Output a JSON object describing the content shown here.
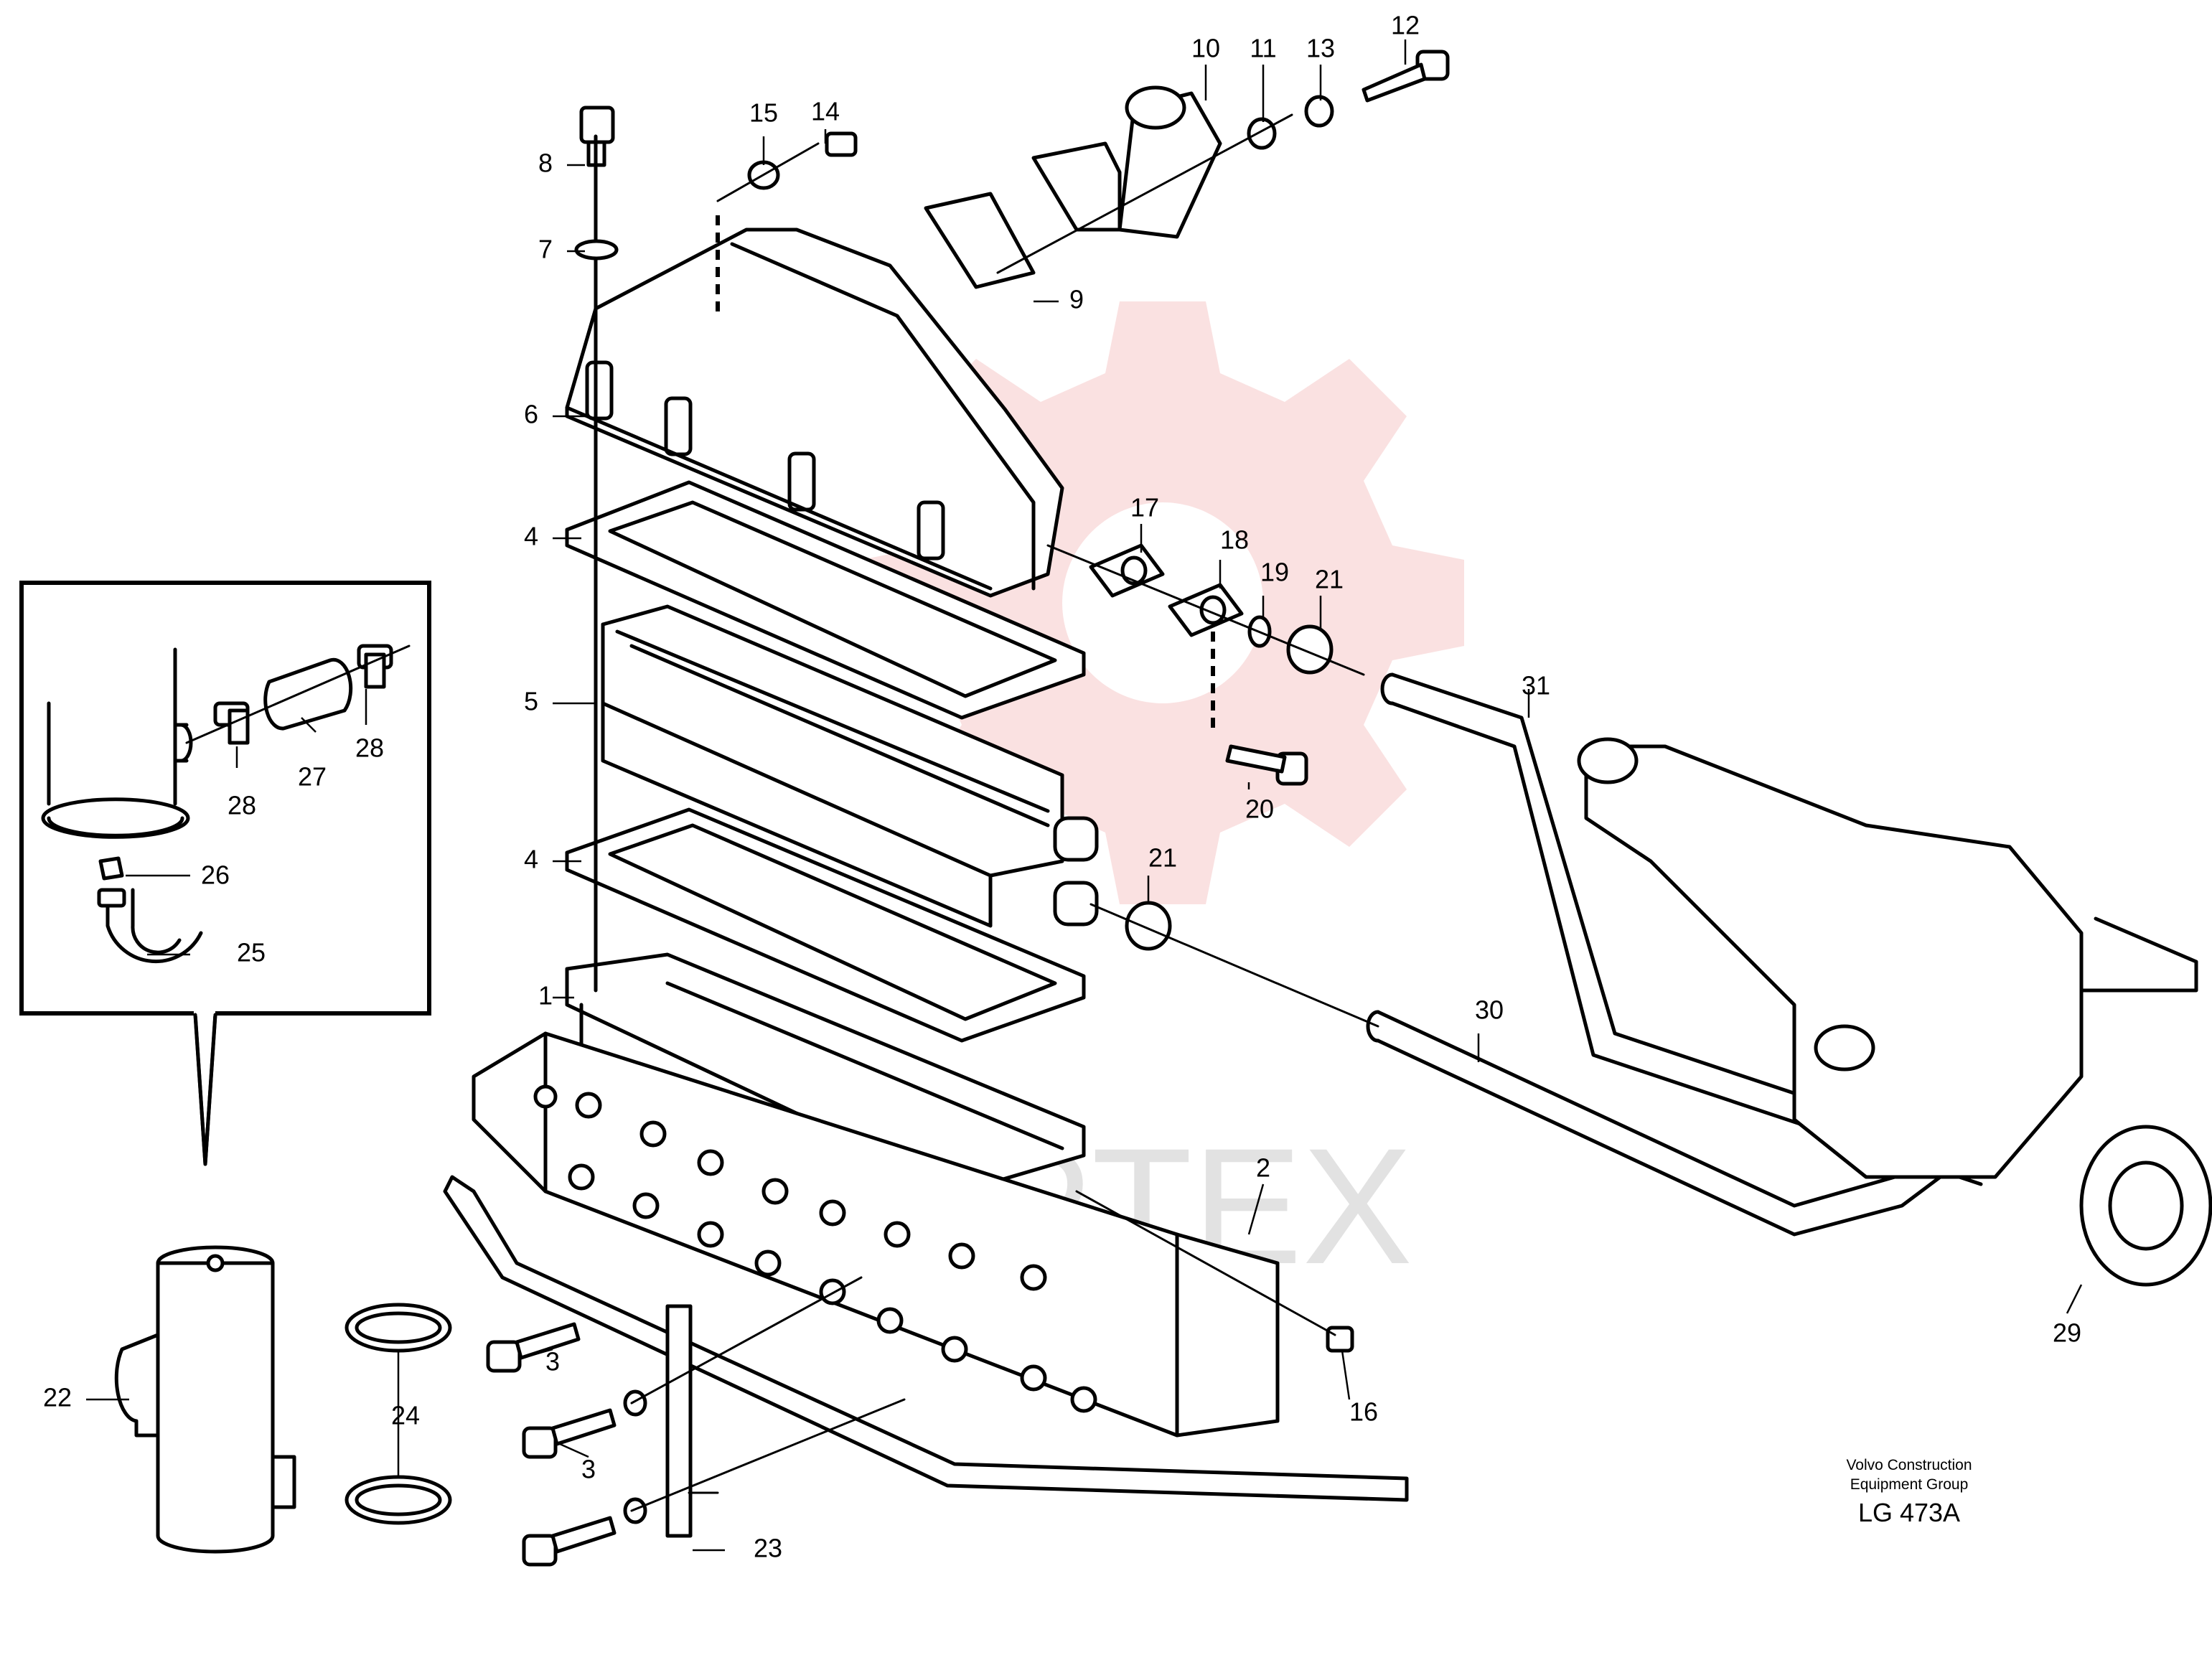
{
  "watermark": "MIPTEX",
  "credit": {
    "line1": "Volvo Construction",
    "line2": "Equipment Group",
    "code": "LG 473A"
  },
  "callouts": [
    {
      "id": "p1",
      "text": "1"
    },
    {
      "id": "p2",
      "text": "2"
    },
    {
      "id": "p3a",
      "text": "3"
    },
    {
      "id": "p3b",
      "text": "3"
    },
    {
      "id": "p4a",
      "text": "4"
    },
    {
      "id": "p4b",
      "text": "4"
    },
    {
      "id": "p5",
      "text": "5"
    },
    {
      "id": "p6",
      "text": "6"
    },
    {
      "id": "p7",
      "text": "7"
    },
    {
      "id": "p8",
      "text": "8"
    },
    {
      "id": "p9",
      "text": "9"
    },
    {
      "id": "p10",
      "text": "10"
    },
    {
      "id": "p11",
      "text": "11"
    },
    {
      "id": "p12",
      "text": "12"
    },
    {
      "id": "p13",
      "text": "13"
    },
    {
      "id": "p14",
      "text": "14"
    },
    {
      "id": "p15",
      "text": "15"
    },
    {
      "id": "p16",
      "text": "16"
    },
    {
      "id": "p17",
      "text": "17"
    },
    {
      "id": "p18",
      "text": "18"
    },
    {
      "id": "p19",
      "text": "19"
    },
    {
      "id": "p20",
      "text": "20"
    },
    {
      "id": "p21a",
      "text": "21"
    },
    {
      "id": "p21b",
      "text": "21"
    },
    {
      "id": "p22",
      "text": "22"
    },
    {
      "id": "p23",
      "text": "23"
    },
    {
      "id": "p24",
      "text": "24"
    },
    {
      "id": "p25",
      "text": "25"
    },
    {
      "id": "p26",
      "text": "26"
    },
    {
      "id": "p27",
      "text": "27"
    },
    {
      "id": "p28a",
      "text": "28"
    },
    {
      "id": "p28b",
      "text": "28"
    },
    {
      "id": "p29",
      "text": "29"
    },
    {
      "id": "p30",
      "text": "30"
    },
    {
      "id": "p31",
      "text": "31"
    }
  ]
}
